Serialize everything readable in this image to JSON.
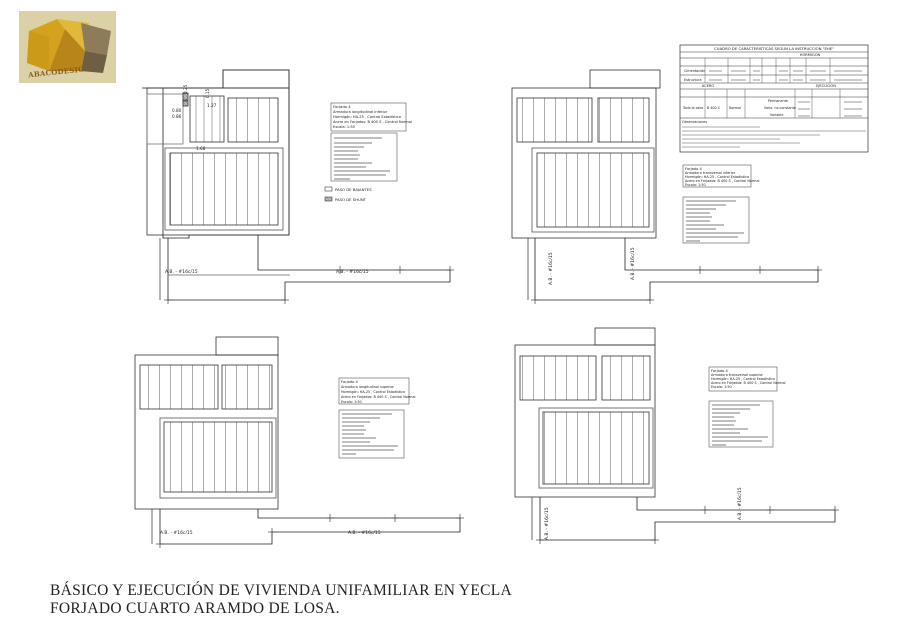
{
  "logo": {
    "text": "ABACODESIGN"
  },
  "caption": {
    "line1": "BÁSICO Y EJECUCIÓN DE VIVIENDA UNIFAMILIAR EN YECLA",
    "line2": "FORJADO CUARTO ARAMDO DE LOSA."
  },
  "sheet": {
    "tl": {
      "dims": [
        "0.15",
        "0.25",
        "1.27",
        "0.80",
        "1.68",
        "0.86"
      ],
      "axis_label": "A.B. - #16c/15",
      "title_block": [
        "Forjado 4",
        "Armadura longitudinal inferior",
        "Hormigón: HA-25 , Control Estadístico",
        "Acero en Forjados: B 400 S , Control Normal",
        "Escala: 1:50"
      ],
      "legend": [
        "PASO DE BAJANTES",
        "PASO DE SHUNT"
      ]
    },
    "tr": {
      "axis_label": "A.B. - #16c/15",
      "title_block": [
        "Forjado 4",
        "Armadura transversal inferior",
        "Hormigón: HA-25 , Control Estadístico",
        "Acero en Forjados: B 400 S , Control Normal",
        "Escala: 1:50"
      ],
      "table_title": "CUADRO DE CARACTERISTICAS SEGUN LA INSTRUCCION \"EHE\"",
      "table_hormigon": "HORMIGON",
      "table_acero": "ACERO",
      "table_ejecucion": "EJECUCION",
      "table_rows": [
        "Cimentación",
        "Estructura",
        "Todo la obra",
        "B 400 S",
        "Normal",
        "Permanente",
        "Varia. no constante",
        "Variable"
      ],
      "observaciones": "Observaciones"
    },
    "bl": {
      "axis_label": "A.B. - #16c/15",
      "axis_label2": "A.B. - #16c/15",
      "title_block": [
        "Forjado 4",
        "Armadura longitudinal superior",
        "Hormigón: HA-25 , Control Estadístico",
        "Acero en Forjados: B 400 S , Control Normal",
        "Escala: 1:50"
      ]
    },
    "br": {
      "axis_label": "A.B. - #16c/15",
      "title_block": [
        "Forjado 4",
        "Armadura transversal superior",
        "Hormigón: HA-25 , Control Estadístico",
        "Acero en Forjados: B 400 S , Control Normal",
        "Escala: 1:50"
      ]
    }
  }
}
